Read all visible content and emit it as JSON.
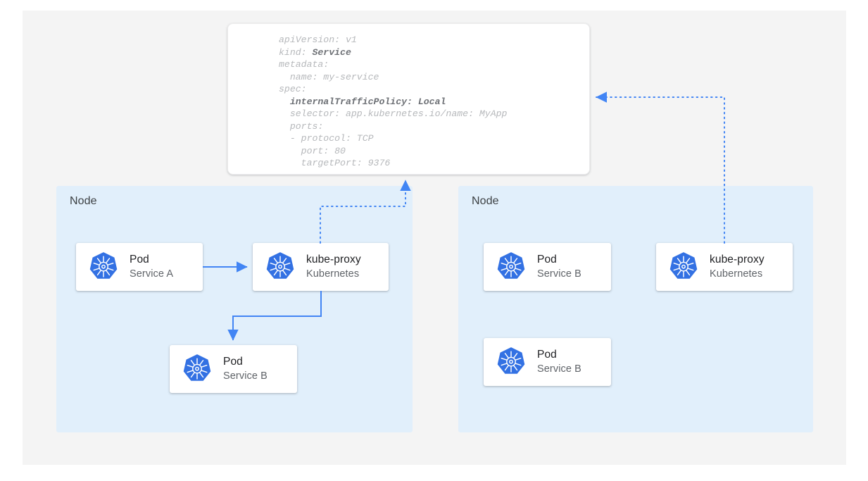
{
  "colors": {
    "canvas_bg": "#f4f4f4",
    "node_bg": "#e1effb",
    "card_bg": "#ffffff",
    "accent_blue": "#4285f4",
    "k8s_blue": "#3371e3",
    "title_text": "#202124",
    "sub_text": "#5f6368",
    "code_text": "#b6b8bb",
    "code_bold_text": "#6d7075"
  },
  "manifest": {
    "name": "service-yaml",
    "lines": [
      {
        "text": "apiVersion: v1",
        "bold": false
      },
      {
        "text": "kind: ",
        "bold_tail": "Service"
      },
      {
        "text": "metadata:",
        "bold": false
      },
      {
        "text": "  name: my-service",
        "bold": false
      },
      {
        "text": "spec:",
        "bold": false
      },
      {
        "text": "  ",
        "bold_tail": "internalTrafficPolicy: Local"
      },
      {
        "text": "  selector: app.kubernetes.io/name: MyApp",
        "bold": false
      },
      {
        "text": "  ports:",
        "bold": false
      },
      {
        "text": "  - protocol: TCP",
        "bold": false
      },
      {
        "text": "    port: 80",
        "bold": false
      },
      {
        "text": "    targetPort: 9376",
        "bold": false
      }
    ],
    "full_text": "apiVersion: v1\nkind: Service\nmetadata:\n  name: my-service\nspec:\n  internalTrafficPolicy: Local\n  selector: app.kubernetes.io/name: MyApp\n  ports:\n  - protocol: TCP\n    port: 80\n    targetPort: 9376"
  },
  "nodes": [
    {
      "label": "Node",
      "cards": [
        {
          "title": "Pod",
          "subtitle": "Service A",
          "icon": "kubernetes-icon"
        },
        {
          "title": "kube-proxy",
          "subtitle": "Kubernetes",
          "icon": "kubernetes-icon"
        },
        {
          "title": "Pod",
          "subtitle": "Service B",
          "icon": "kubernetes-icon"
        }
      ]
    },
    {
      "label": "Node",
      "cards": [
        {
          "title": "Pod",
          "subtitle": "Service B",
          "icon": "kubernetes-icon"
        },
        {
          "title": "kube-proxy",
          "subtitle": "Kubernetes",
          "icon": "kubernetes-icon"
        },
        {
          "title": "Pod",
          "subtitle": "Service B",
          "icon": "kubernetes-icon"
        }
      ]
    }
  ],
  "connectors": [
    {
      "name": "pod-a-to-kube-proxy",
      "style": "solid",
      "from": "Pod Service A",
      "to": "kube-proxy (left node)"
    },
    {
      "name": "kube-proxy-to-pod-b",
      "style": "solid",
      "from": "kube-proxy (left node)",
      "to": "Pod Service B (left node)"
    },
    {
      "name": "kube-proxy-left-to-service",
      "style": "dotted",
      "from": "kube-proxy (left node)",
      "to": "Service manifest"
    },
    {
      "name": "kube-proxy-right-to-service",
      "style": "dotted",
      "from": "kube-proxy (right node)",
      "to": "Service manifest"
    }
  ]
}
